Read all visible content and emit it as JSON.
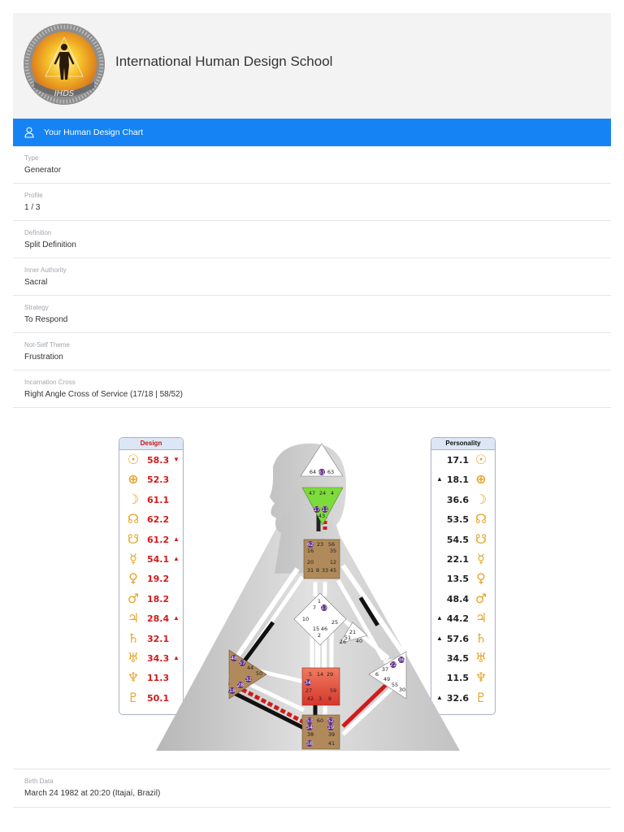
{
  "site": {
    "title": "International Human Design School",
    "logo_text": "IHDS"
  },
  "card": {
    "title": "Your Human Design Chart",
    "icon": "user-icon",
    "accent": "#1683f5"
  },
  "fields": [
    {
      "label": "Type",
      "value": "Generator"
    },
    {
      "label": "Profile",
      "value": "1 / 3"
    },
    {
      "label": "Definition",
      "value": "Split Definition"
    },
    {
      "label": "Inner Authority",
      "value": "Sacral"
    },
    {
      "label": "Strategy",
      "value": "To Respond"
    },
    {
      "label": "Not-Self Theme",
      "value": "Frustration"
    },
    {
      "label": "Incarnation Cross",
      "value": "Right Angle Cross of Service (17/18 | 58/52)"
    }
  ],
  "design_panel": {
    "title": "Design",
    "rows": [
      {
        "planet": "sun",
        "glyph": "☉",
        "value": "58.3",
        "arrow": "▼"
      },
      {
        "planet": "earth",
        "glyph": "⊕",
        "value": "52.3",
        "arrow": ""
      },
      {
        "planet": "moon",
        "glyph": "☽",
        "value": "61.1",
        "arrow": ""
      },
      {
        "planet": "north-node",
        "glyph": "☊",
        "value": "62.2",
        "arrow": ""
      },
      {
        "planet": "south-node",
        "glyph": "☋",
        "value": "61.2",
        "arrow": "▲"
      },
      {
        "planet": "mercury",
        "glyph": "☿",
        "value": "54.1",
        "arrow": "▲"
      },
      {
        "planet": "venus",
        "glyph": "♀",
        "value": "19.2",
        "arrow": ""
      },
      {
        "planet": "mars",
        "glyph": "♂",
        "value": "18.2",
        "arrow": ""
      },
      {
        "planet": "jupiter",
        "glyph": "♃",
        "value": "28.4",
        "arrow": "▲"
      },
      {
        "planet": "saturn",
        "glyph": "♄",
        "value": "32.1",
        "arrow": ""
      },
      {
        "planet": "uranus",
        "glyph": "♅",
        "value": "34.3",
        "arrow": "▲"
      },
      {
        "planet": "neptune",
        "glyph": "♆",
        "value": "11.3",
        "arrow": ""
      },
      {
        "planet": "pluto",
        "glyph": "♇",
        "value": "50.1",
        "arrow": ""
      }
    ]
  },
  "personality_panel": {
    "title": "Personality",
    "rows": [
      {
        "planet": "sun",
        "glyph": "☉",
        "value": "17.1",
        "arrow": ""
      },
      {
        "planet": "earth",
        "glyph": "⊕",
        "value": "18.1",
        "arrow": "▲"
      },
      {
        "planet": "moon",
        "glyph": "☽",
        "value": "36.6",
        "arrow": ""
      },
      {
        "planet": "north-node",
        "glyph": "☊",
        "value": "53.5",
        "arrow": ""
      },
      {
        "planet": "south-node",
        "glyph": "☋",
        "value": "54.5",
        "arrow": ""
      },
      {
        "planet": "mercury",
        "glyph": "☿",
        "value": "22.1",
        "arrow": ""
      },
      {
        "planet": "venus",
        "glyph": "♀",
        "value": "13.5",
        "arrow": ""
      },
      {
        "planet": "mars",
        "glyph": "♂",
        "value": "48.4",
        "arrow": ""
      },
      {
        "planet": "jupiter",
        "glyph": "♃",
        "value": "44.2",
        "arrow": "▲"
      },
      {
        "planet": "saturn",
        "glyph": "♄",
        "value": "57.6",
        "arrow": "▲"
      },
      {
        "planet": "uranus",
        "glyph": "♅",
        "value": "34.5",
        "arrow": ""
      },
      {
        "planet": "neptune",
        "glyph": "♆",
        "value": "11.5",
        "arrow": ""
      },
      {
        "planet": "pluto",
        "glyph": "♇",
        "value": "32.6",
        "arrow": "▲"
      }
    ]
  },
  "bodygraph": {
    "colors": {
      "head": "#ffffff",
      "ajna": "#7ddb3c",
      "throat": "#b08a5a",
      "g": "#ffffff",
      "sacral": "#e8443a",
      "root": "#b08a5a",
      "spleen": "#b08a5a",
      "solar_plexus": "#ffffff",
      "design": "#d21a1a",
      "personality": "#111111"
    },
    "gates": {
      "head": [
        "64",
        "61",
        "63"
      ],
      "ajna": [
        "47",
        "24",
        "4",
        "17",
        "11",
        "43"
      ],
      "throat": [
        "62",
        "23",
        "56",
        "16",
        "35",
        "20",
        "12",
        "31",
        "8",
        "33",
        "45"
      ],
      "heart": [
        "21",
        "51",
        "26",
        "40"
      ],
      "g": [
        "1",
        "13",
        "7",
        "10",
        "25",
        "15",
        "46",
        "2"
      ],
      "spleen": [
        "48",
        "57",
        "44",
        "50",
        "32",
        "28",
        "18"
      ],
      "sacral": [
        "5",
        "14",
        "29",
        "34",
        "27",
        "59",
        "42",
        "3",
        "9"
      ],
      "solar_plexus": [
        "36",
        "22",
        "37",
        "6",
        "49",
        "55",
        "30"
      ],
      "root": [
        "53",
        "60",
        "52",
        "54",
        "19",
        "38",
        "39",
        "58",
        "41"
      ]
    }
  },
  "birth": {
    "label": "Birth Data",
    "value": "March 24 1982 at 20:20 (Itajaí, Brazil)"
  }
}
